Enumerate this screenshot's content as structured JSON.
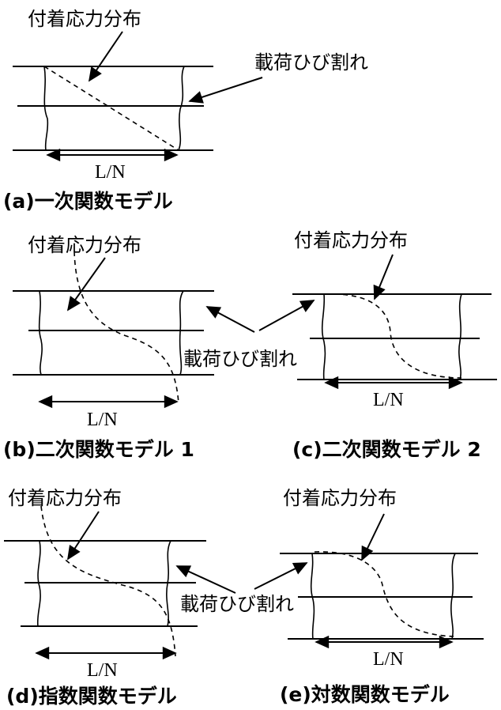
{
  "labels": {
    "bond_stress": "付着応力分布",
    "loading_crack": "載荷ひび割れ",
    "span": "L/N"
  },
  "captions": {
    "a": "(a)一次関数モデル",
    "b": "(b)二次関数モデル 1",
    "c": "(c)二次関数モデル 2",
    "d": "(d)指数関数モデル",
    "e": "(e)対数関数モデル"
  }
}
